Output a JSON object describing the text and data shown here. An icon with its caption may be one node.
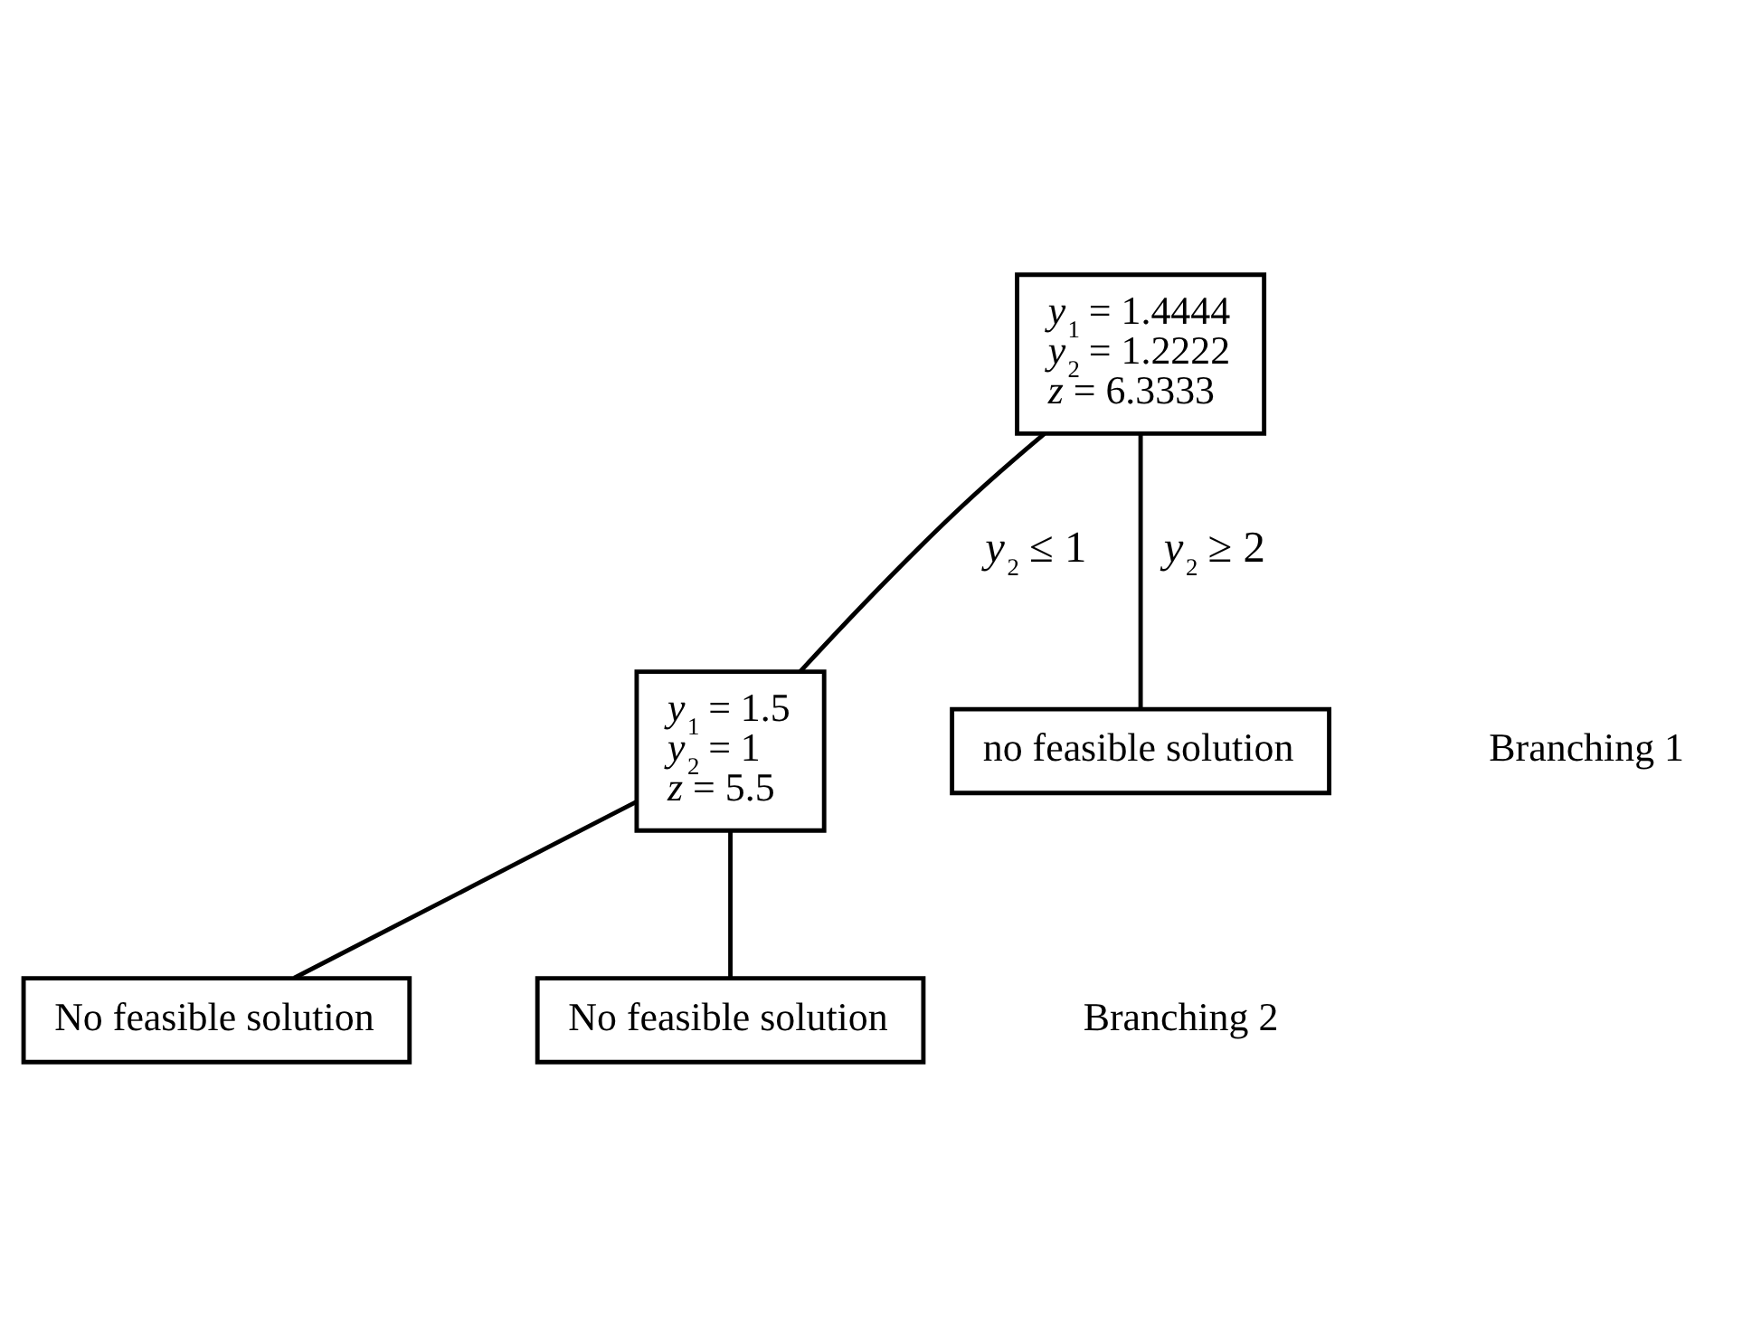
{
  "diagram": {
    "nodes": [
      {
        "text": [
          "*y*$_{1}$ = 1.4444",
          "*y*$_{2}$ = 1.2222",
          "*z* = 6.3333"
        ]
      },
      {
        "text": [
          "*y*$_{1}$ = 1.5",
          "*y*$_{2}$ = 1",
          "*z* = 5.5"
        ]
      },
      {
        "text": [
          "no feasible solution"
        ]
      },
      {
        "text": [
          "No feasible solution"
        ]
      },
      {
        "text": [
          "No feasible solution"
        ]
      }
    ],
    "edges": [
      {
        "from": 0,
        "to": 1,
        "arrow": "none",
        "label": "*y*$_{2}$ ≤ 1"
      },
      {
        "from": 0,
        "to": 2,
        "arrow": "none",
        "label": "*y*$_{2}$ ≥ 2"
      },
      {
        "from": 1,
        "to": 3,
        "arrow": "none"
      },
      {
        "from": 1,
        "to": 4,
        "arrow": "none"
      }
    ],
    "labels": [
      "Branching 1",
      "Branching 2"
    ]
  }
}
